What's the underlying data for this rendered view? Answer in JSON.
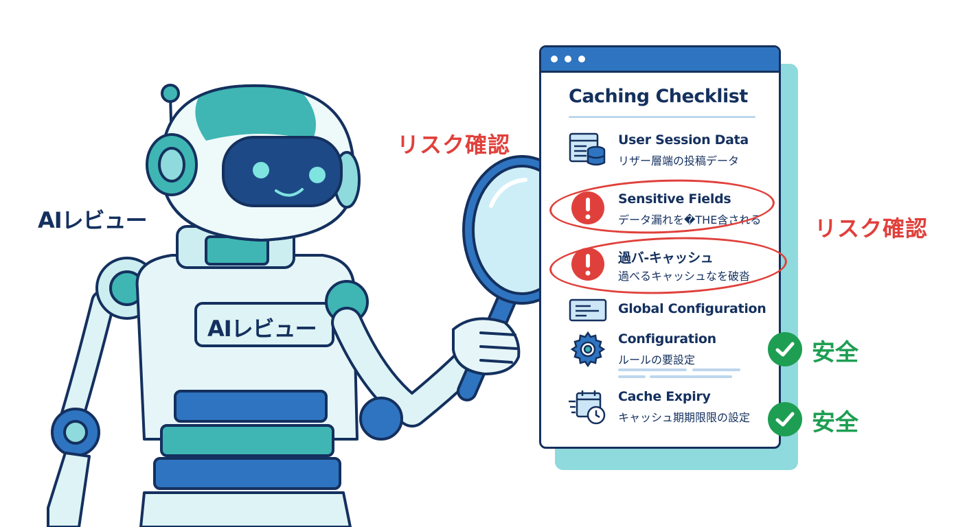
{
  "labels": {
    "robot_side": "AIレビュー",
    "robot_badge": "AIレビュー",
    "risk_top": "リスク確認",
    "risk_right": "リスク確認"
  },
  "checklist": {
    "title": "Caching Checklist",
    "items": [
      {
        "title": "User Session Data",
        "subtitle": "リザー層端の投稿データ",
        "icon": "database-table-icon",
        "status": "none"
      },
      {
        "title": "Sensitive Fields",
        "subtitle": "データ漏れを�THE含される",
        "icon": "alert-icon",
        "status": "risk"
      },
      {
        "title": "過バ-キャッシュ",
        "subtitle": "過べるキャッシュなを破沓",
        "icon": "alert-icon",
        "status": "risk"
      },
      {
        "title": "Global Configuration",
        "subtitle": "",
        "icon": "config-list-icon",
        "status": "none"
      },
      {
        "title": "Configuration",
        "subtitle": "ルールの要設定",
        "icon": "gear-icon",
        "status": "safe"
      },
      {
        "title": "Cache Expiry",
        "subtitle": "キャッシュ期期限限の設定",
        "icon": "calendar-clock-icon",
        "status": "safe"
      }
    ]
  },
  "safe_labels": [
    "安全",
    "安全"
  ],
  "colors": {
    "navy": "#14305e",
    "risk_red": "#e0403b",
    "safe_green": "#1e9e52",
    "accent_blue": "#2f74c0",
    "teal": "#8edadc"
  }
}
